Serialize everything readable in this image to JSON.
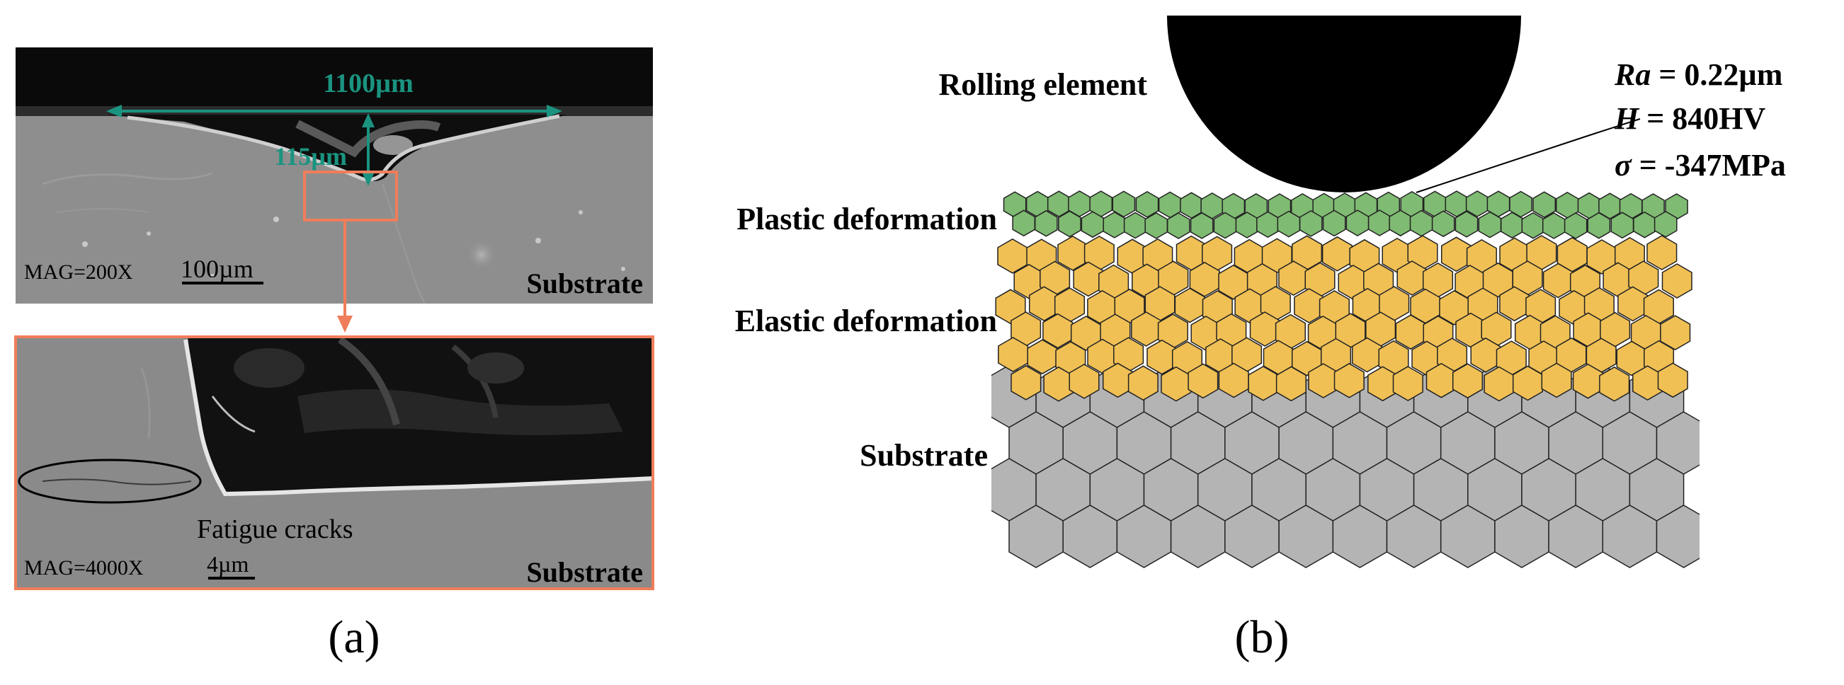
{
  "panel_a": {
    "top_image": {
      "width_label": "1100µm",
      "depth_label": "115µm",
      "mag_label": "MAG=200X",
      "scale_label": "100µm",
      "region_label": "Substrate"
    },
    "bottom_image": {
      "crack_label": "Fatigue cracks",
      "mag_label": "MAG=4000X",
      "scale_label": "4µm",
      "region_label": "Substrate"
    },
    "caption": "(a)"
  },
  "panel_b": {
    "rolling_element_label": "Rolling element",
    "plastic_label": "Plastic deformation",
    "elastic_label": "Elastic deformation",
    "substrate_label": "Substrate",
    "properties": {
      "ra_symbol": "Ra",
      "ra_value": " = 0.22µm",
      "h_symbol": "H",
      "h_value": " = 840HV",
      "sigma_symbol": "σ",
      "sigma_value": " = -347MPa"
    },
    "caption": "(b)"
  },
  "colors": {
    "teal_annotation": "#1a9480",
    "orange_frame": "#f07d5a",
    "plastic_layer": "#7fbb72",
    "elastic_layer": "#f0c055",
    "substrate_layer": "#b4b4b4",
    "sem_gray": "#8c8c8c"
  }
}
